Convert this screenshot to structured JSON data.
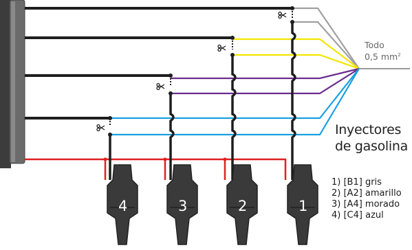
{
  "wire_spec": {
    "line1": "Todo",
    "line2": "0,5 mm",
    "sup": "2"
  },
  "title": {
    "line1": "Inyectores",
    "line2": "de gasolina"
  },
  "legend": [
    "1) [B1] gris",
    "2) [A2] amarillo",
    "3) [A4] morado",
    "4) [C4] azul"
  ],
  "injectors": [
    {
      "number": "4"
    },
    {
      "number": "3"
    },
    {
      "number": "2"
    },
    {
      "number": "1"
    }
  ],
  "colors": {
    "harness": "#222222",
    "gris": "#a0a0a0",
    "amarillo": "#f2e600",
    "morado": "#6a2c8e",
    "azul": "#1aa0e0",
    "power": "#e02020",
    "connector_block": "#666666",
    "injector_body": "#3a3a3a"
  },
  "icons": {
    "cut": "scissors-icon"
  }
}
